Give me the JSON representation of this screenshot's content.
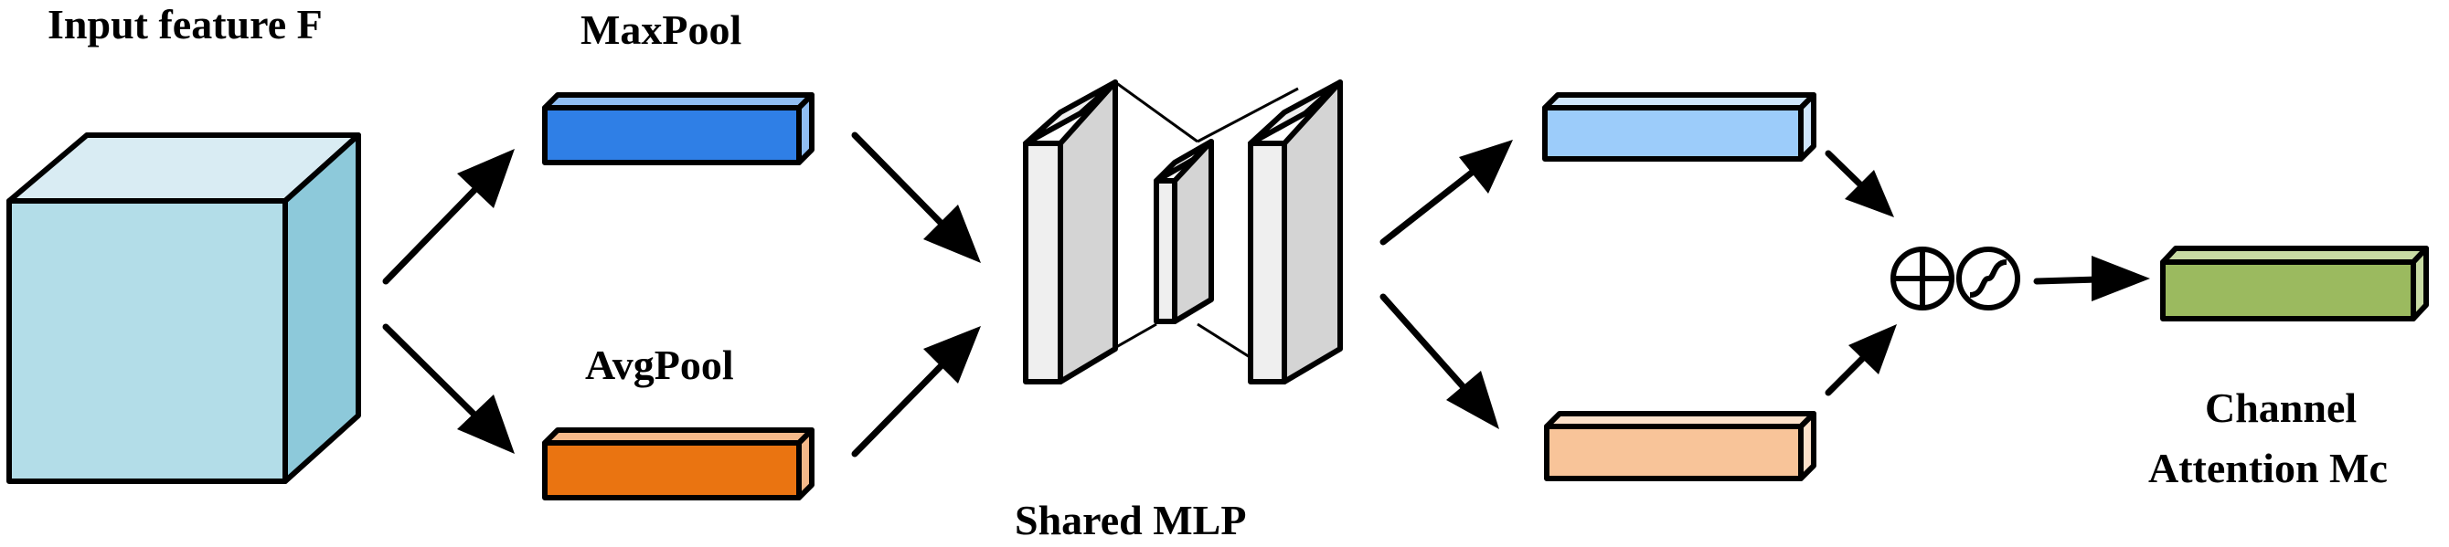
{
  "labels": {
    "input": "Input feature F",
    "maxpool": "MaxPool",
    "avgpool": "AvgPool",
    "mlp": "Shared MLP",
    "output_line1": "Channel",
    "output_line2": "Attention Mc"
  },
  "colors": {
    "cube_front": "#b3dde8",
    "cube_top": "#d9ecf3",
    "cube_side": "#8dc9da",
    "maxpool_front": "#2f7fe6",
    "maxpool_top": "#8fbdf2",
    "avgpool_front": "#ea7411",
    "avgpool_top": "#f4b98a",
    "mlp_front": "#efefef",
    "mlp_side": "#d4d4d4",
    "light_blue_front": "#9cccfa",
    "light_blue_top": "#cfe6fc",
    "light_orange_front": "#f8c499",
    "light_orange_top": "#fbe0c9",
    "green_front": "#9bba5f",
    "green_top": "#c8dba3"
  },
  "icons": {
    "sum": "circle-plus-icon",
    "sigmoid": "sigmoid-icon"
  }
}
